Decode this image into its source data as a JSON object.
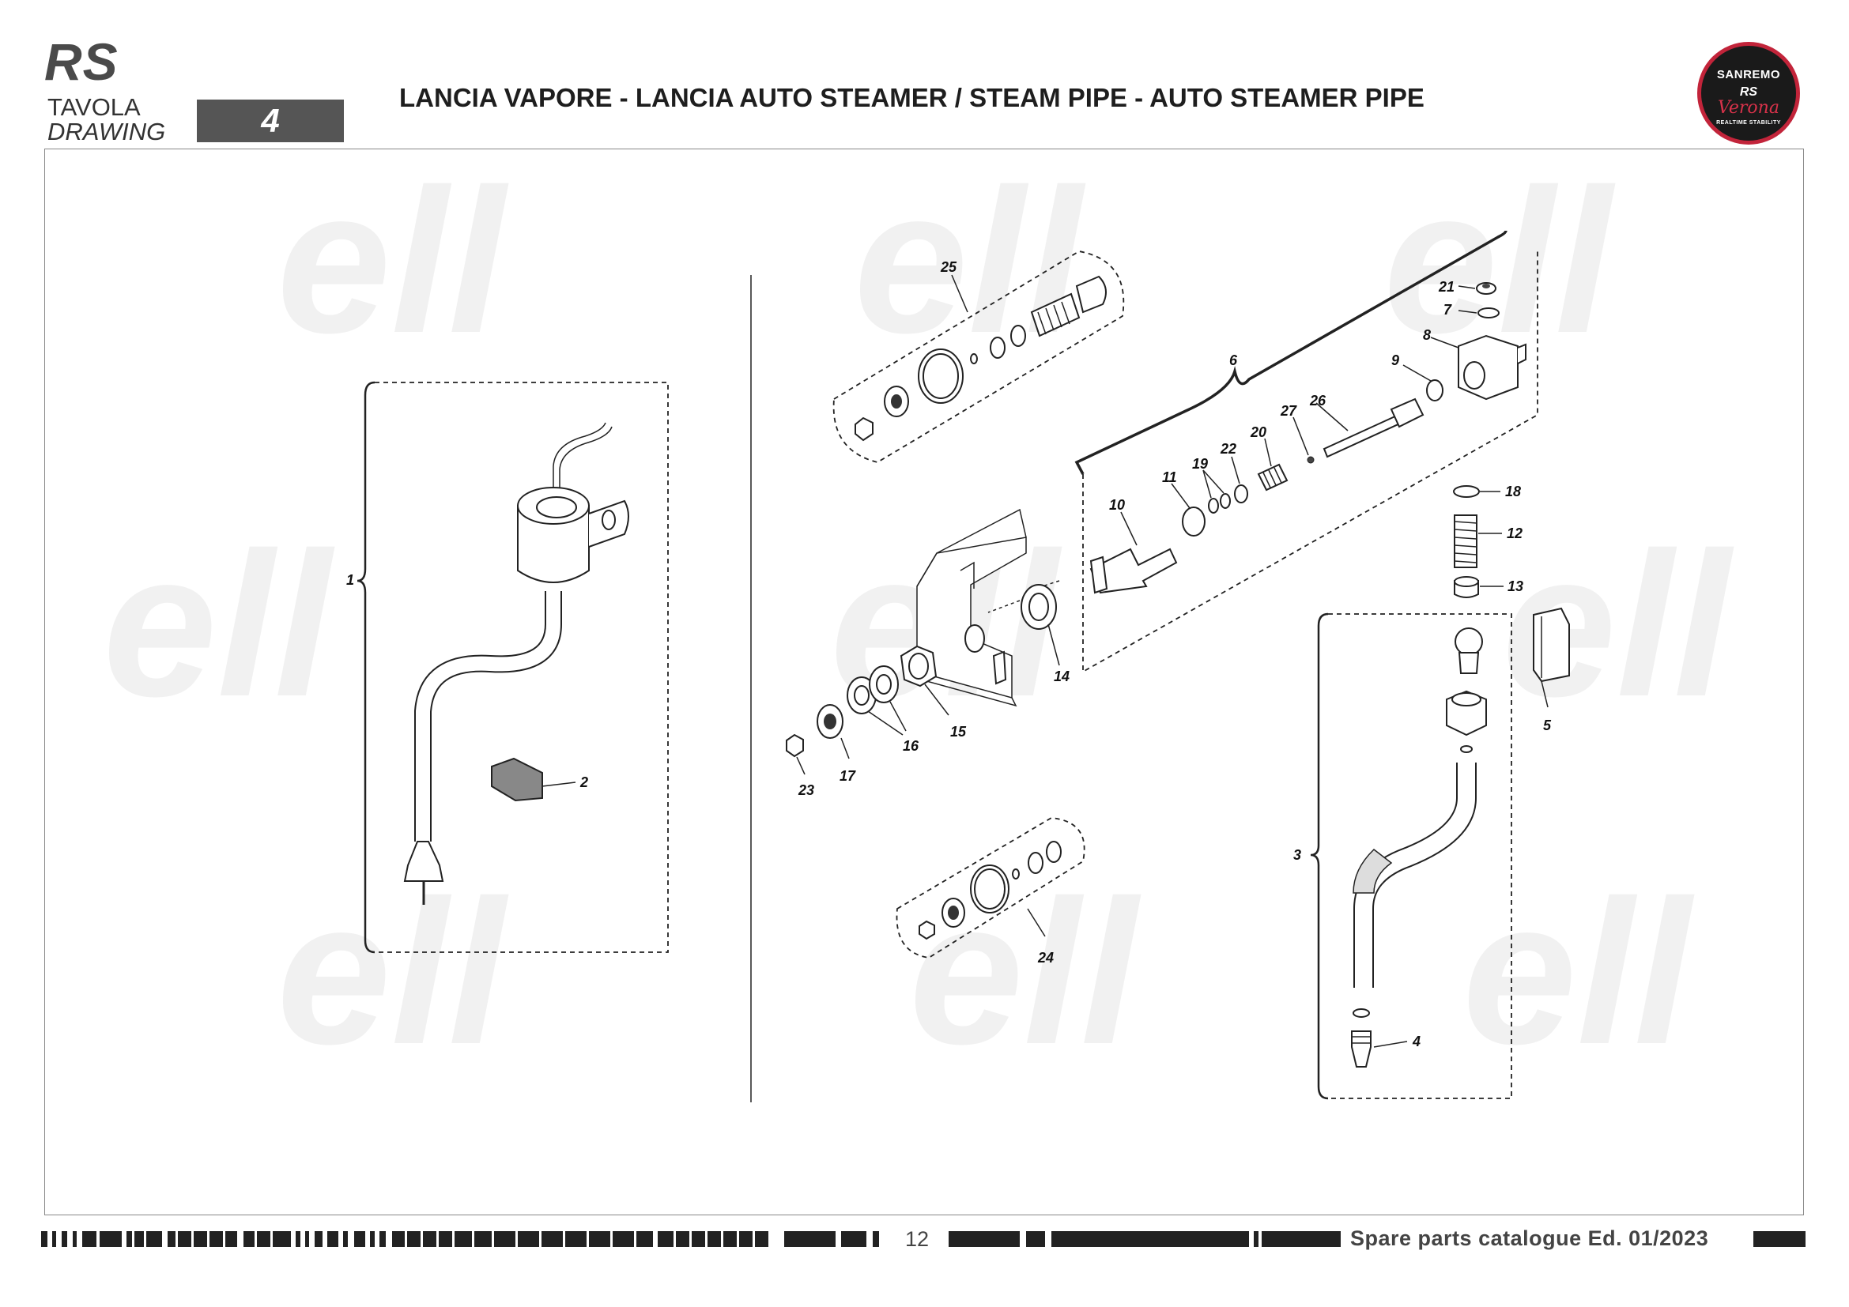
{
  "header": {
    "brand": "RS",
    "tavola_label": "TAVOLA",
    "drawing_label": "DRAWING",
    "drawing_number": "4",
    "title": "LANCIA VAPORE - LANCIA AUTO STEAMER / STEAM PIPE - AUTO STEAMER  PIPE"
  },
  "logo": {
    "line1": "SANREMO",
    "line2": "RS",
    "line3": "Verona",
    "line4": "REALTIME STABILITY",
    "ring_color": "#c2243a",
    "fill_color": "#1a1a1a"
  },
  "watermark": {
    "text": "ell",
    "color": "#f1f1f1"
  },
  "callouts": [
    "1",
    "2",
    "3",
    "4",
    "5",
    "6",
    "7",
    "8",
    "9",
    "10",
    "11",
    "12",
    "13",
    "14",
    "15",
    "16",
    "17",
    "18",
    "19",
    "20",
    "21",
    "22",
    "23",
    "24",
    "25",
    "26",
    "27"
  ],
  "footer": {
    "page_number": "12",
    "edition": "Spare parts catalogue Ed. 01/2023"
  }
}
